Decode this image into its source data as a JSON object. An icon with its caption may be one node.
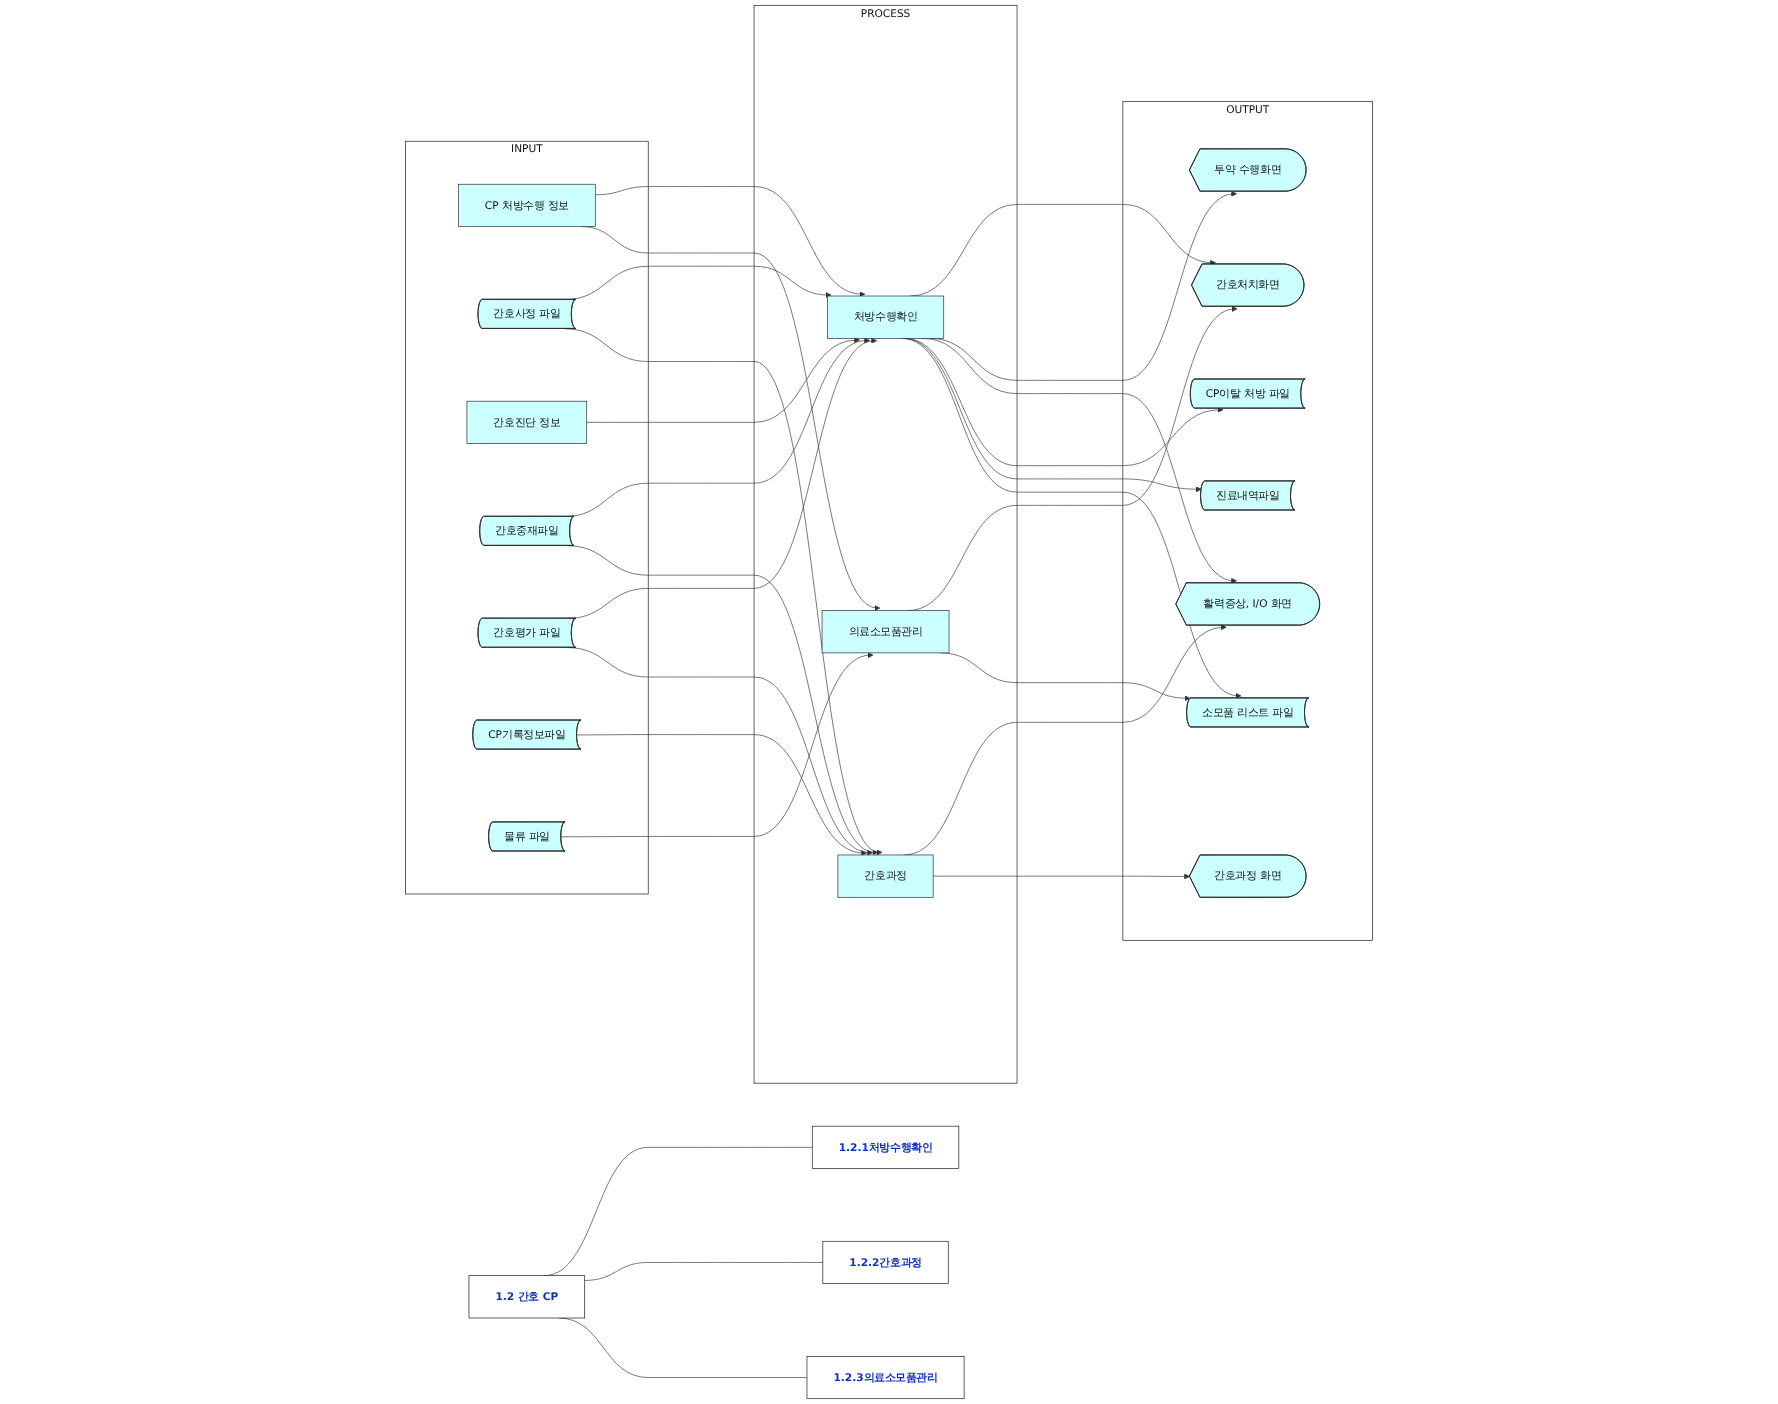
{
  "diagram": {
    "nodes": [
      {
        "text": [
          "1.2 간호 CP"
        ]
      },
      {
        "text": [
          "1.2.1처방수행확인"
        ]
      },
      {
        "text": [
          "1.2.2간호과정"
        ]
      },
      {
        "text": [
          "1.2.3의료소모품관리"
        ]
      },
      {
        "text": [
          "INPUT"
        ]
      },
      {
        "text": [
          "CP 처방수행 정보"
        ],
        "in": 4
      },
      {
        "text": [
          "간호사정 파일"
        ],
        "in": 4
      },
      {
        "text": [
          "간호진단 정보"
        ],
        "in": 4
      },
      {
        "text": [
          "간호중재파일"
        ],
        "in": 4
      },
      {
        "text": [
          "간호평가 파일"
        ],
        "in": 4
      },
      {
        "text": [
          "CP기록정보파일"
        ],
        "in": 4
      },
      {
        "text": [
          "물류 파일"
        ],
        "in": 4
      },
      {
        "text": [
          "PROCESS"
        ]
      },
      {
        "text": [
          "처방수행확인"
        ],
        "in": 12
      },
      {
        "text": [
          "간호과정"
        ],
        "in": 12
      },
      {
        "text": [
          "의료소모품관리"
        ],
        "in": 12
      },
      {
        "text": [
          "OUTPUT"
        ]
      },
      {
        "text": [
          "간호처치화면"
        ],
        "in": 16
      },
      {
        "text": [
          "투약 수행화면"
        ],
        "in": 16
      },
      {
        "text": [
          "활력증상, I/O 화면"
        ],
        "in": 16
      },
      {
        "text": [
          "CP이탈 처방 파일"
        ],
        "in": 16
      },
      {
        "text": [
          "진료내역파일"
        ],
        "in": 16
      },
      {
        "text": [
          "간호과정 화면"
        ],
        "in": 16
      },
      {
        "text": [
          "소모품 리스트 파일"
        ],
        "in": 16
      }
    ],
    "edges": [
      {
        "from": 0,
        "to": 1,
        "arrow": "none"
      },
      {
        "from": 0,
        "to": 2,
        "arrow": "none"
      },
      {
        "from": 0,
        "to": 3,
        "arrow": "none"
      },
      {
        "from": 5,
        "to": 13,
        "arrow": "to"
      },
      {
        "from": 5,
        "to": 15,
        "arrow": "to"
      },
      {
        "from": 6,
        "to": 13,
        "arrow": "to"
      },
      {
        "from": 6,
        "to": 14,
        "arrow": "to"
      },
      {
        "from": 7,
        "to": 13,
        "arrow": "to"
      },
      {
        "from": 8,
        "to": 13,
        "arrow": "to"
      },
      {
        "from": 8,
        "to": 14,
        "arrow": "to"
      },
      {
        "from": 9,
        "to": 13,
        "arrow": "to"
      },
      {
        "from": 9,
        "to": 14,
        "arrow": "to"
      },
      {
        "from": 10,
        "to": 14,
        "arrow": "to"
      },
      {
        "from": 11,
        "to": 15,
        "arrow": "to"
      },
      {
        "from": 13,
        "to": 17,
        "arrow": "to"
      },
      {
        "from": 13,
        "to": 18,
        "arrow": "to"
      },
      {
        "from": 13,
        "to": 19,
        "arrow": "to"
      },
      {
        "from": 13,
        "to": 20,
        "arrow": "to"
      },
      {
        "from": 13,
        "to": 21,
        "arrow": "to"
      },
      {
        "from": 13,
        "to": 23,
        "arrow": "to"
      },
      {
        "from": 14,
        "to": 19,
        "arrow": "to"
      },
      {
        "from": 14,
        "to": 22,
        "arrow": "to"
      },
      {
        "from": 15,
        "to": 17,
        "arrow": "to"
      },
      {
        "from": 15,
        "to": 23,
        "arrow": "to"
      }
    ]
  }
}
